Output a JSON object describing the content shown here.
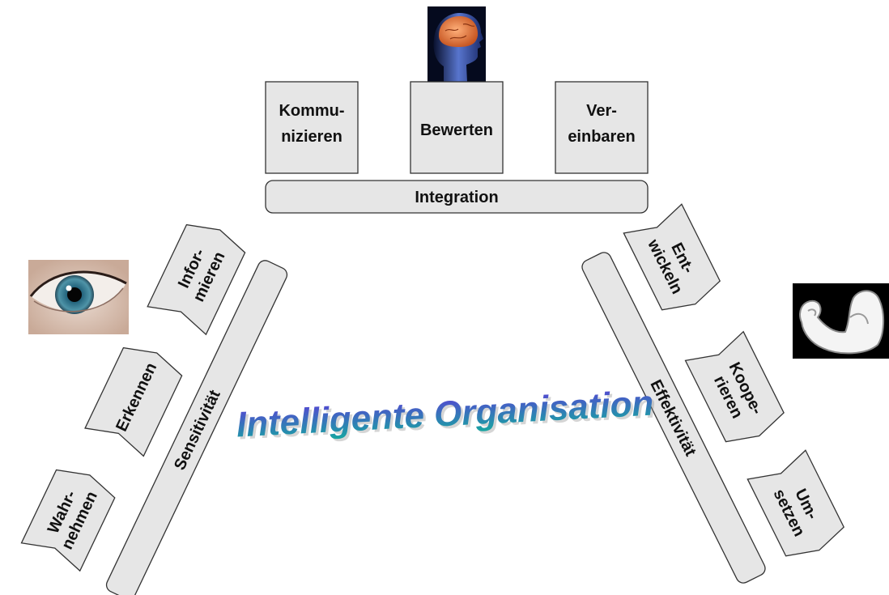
{
  "title": "Intelligente Organisation",
  "integration": {
    "bar_label": "Integration",
    "boxes": [
      {
        "line1": "Kommu-",
        "line2": "nizieren"
      },
      {
        "line1": "Bewerten"
      },
      {
        "line1": "Ver-",
        "line2": "einbaren"
      }
    ]
  },
  "sensitivity": {
    "bar_label": "Sensitivität",
    "arrows": [
      {
        "line1": "Wahr-",
        "line2": "nehmen"
      },
      {
        "line1": "Erkennen"
      },
      {
        "line1": "Infor-",
        "line2": "mieren"
      }
    ]
  },
  "effectivity": {
    "bar_label": "Effektivität",
    "arrows": [
      {
        "line1": "Ent-",
        "line2": "wickeln"
      },
      {
        "line1": "Koope-",
        "line2": "rieren"
      },
      {
        "line1": "Um-",
        "line2": "setzen"
      }
    ]
  },
  "images": [
    "head-brain-image",
    "eye-image",
    "muscle-arm-image"
  ],
  "colors": {
    "box_fill": "#e6e6e6",
    "stroke": "#333333",
    "title_top": "#5a3fd6",
    "title_bottom": "#15a8a0"
  }
}
